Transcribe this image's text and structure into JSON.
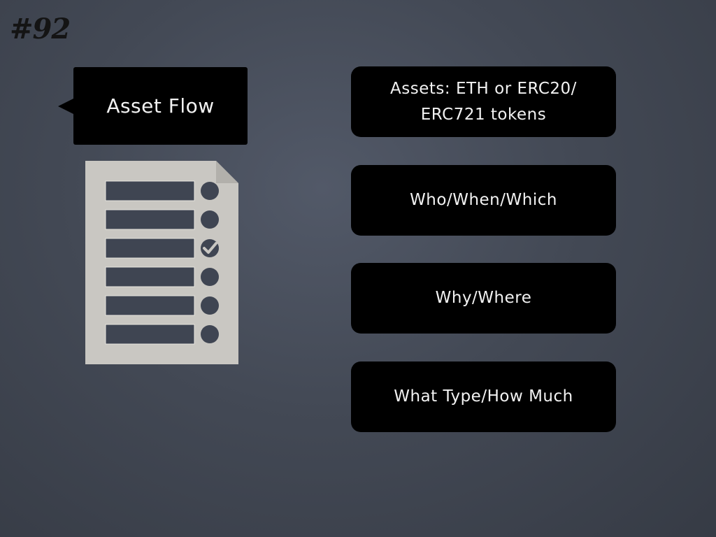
{
  "slide_number": "#92",
  "title": "Asset Flow",
  "boxes": [
    {
      "text": "Assets: ETH or ERC20/\nERC721 tokens"
    },
    {
      "text": "Who/When/Which"
    },
    {
      "text": "Why/Where"
    },
    {
      "text": "What Type/How Much"
    }
  ],
  "checklist": {
    "rows": 6,
    "checked_row": 3
  },
  "colors": {
    "background": "#434955",
    "box": "#000000",
    "text": "#f2f2f2",
    "doc": "#c9c7c2"
  }
}
